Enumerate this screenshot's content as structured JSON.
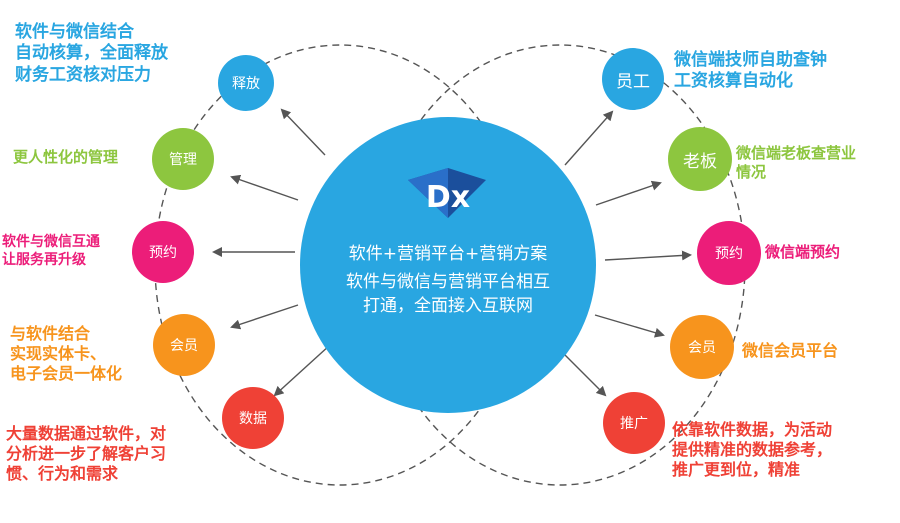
{
  "center": {
    "logo_text": "Dx",
    "line1": "软件+营销平台+营销方案",
    "line2": "软件与微信与营销平台相互",
    "line3": "打通，全面接入互联网"
  },
  "left": [
    {
      "node": "释放",
      "color": "#29a6e1",
      "desc": [
        "软件与微信结合",
        "自动核算，全面释放",
        "财务工资核对压力"
      ]
    },
    {
      "node": "管理",
      "color": "#8dc63f",
      "desc": [
        "更人性化的管理"
      ]
    },
    {
      "node": "预约",
      "color": "#ec1d79",
      "desc": [
        "软件与微信互通",
        "让服务再升级"
      ]
    },
    {
      "node": "会员",
      "color": "#f7941d",
      "desc": [
        "与软件结合",
        "实现实体卡、",
        "电子会员一体化"
      ]
    },
    {
      "node": "数据",
      "color": "#ef4136",
      "desc": [
        "大量数据通过软件，对",
        "分析进一步了解客户习",
        "惯、行为和需求"
      ]
    }
  ],
  "right": [
    {
      "node": "员工",
      "color": "#29a6e1",
      "desc": [
        "微信端技师自助查钟",
        "工资核算自动化"
      ]
    },
    {
      "node": "老板",
      "color": "#8dc63f",
      "desc": [
        "微信端老板查营业",
        "情况"
      ]
    },
    {
      "node": "预约",
      "color": "#ec1d79",
      "desc": [
        "微信端预约"
      ]
    },
    {
      "node": "会员",
      "color": "#f7941d",
      "desc": [
        "微信会员平台"
      ]
    },
    {
      "node": "推广",
      "color": "#ef4136",
      "desc": [
        "依靠软件数据，为活动",
        "提供精准的数据参考，",
        "推广更到位，精准"
      ]
    }
  ]
}
